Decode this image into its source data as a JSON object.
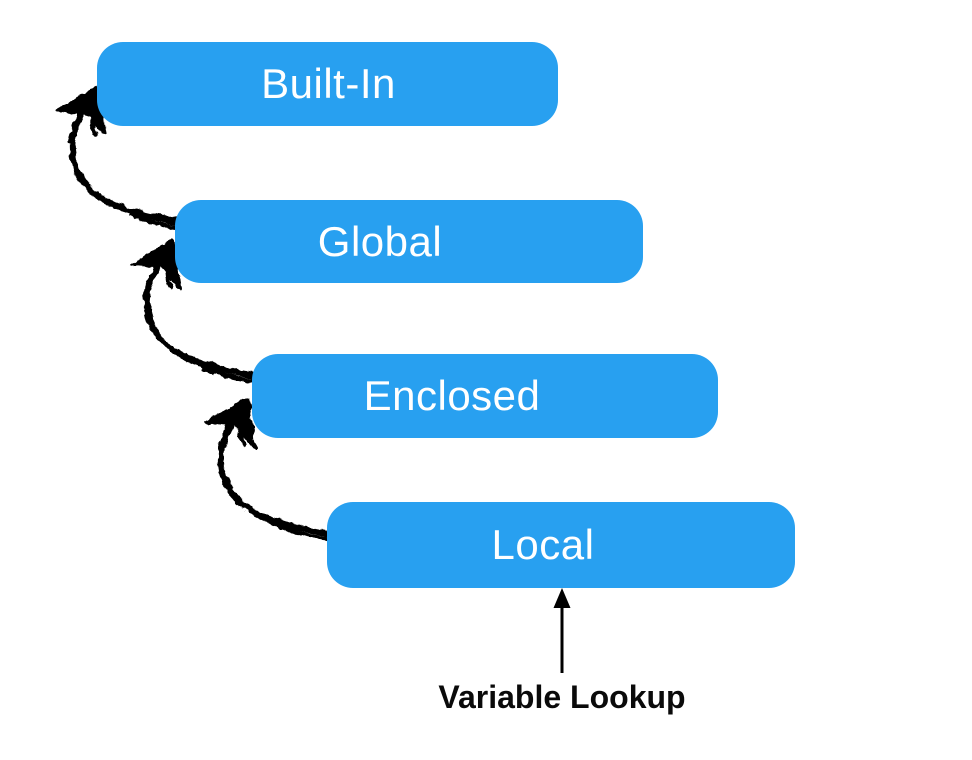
{
  "diagram": {
    "caption": "Variable Lookup",
    "boxes": [
      {
        "id": "built-in",
        "label": "Built-In"
      },
      {
        "id": "global",
        "label": "Global"
      },
      {
        "id": "enclosed",
        "label": "Enclosed"
      },
      {
        "id": "local",
        "label": "Local"
      }
    ],
    "arrows": [
      {
        "from": "Global",
        "to": "Built-In",
        "style": "hand-drawn-curved"
      },
      {
        "from": "Enclosed",
        "to": "Global",
        "style": "hand-drawn-curved"
      },
      {
        "from": "Local",
        "to": "Enclosed",
        "style": "hand-drawn-curved"
      },
      {
        "from": "Variable Lookup",
        "to": "Local",
        "style": "straight"
      }
    ],
    "colors": {
      "background": "#ffffff",
      "box_fill": "#28a0f0",
      "box_text": "#ffffff",
      "arrow": "#000000",
      "caption_text": "#0a0a0a"
    }
  }
}
